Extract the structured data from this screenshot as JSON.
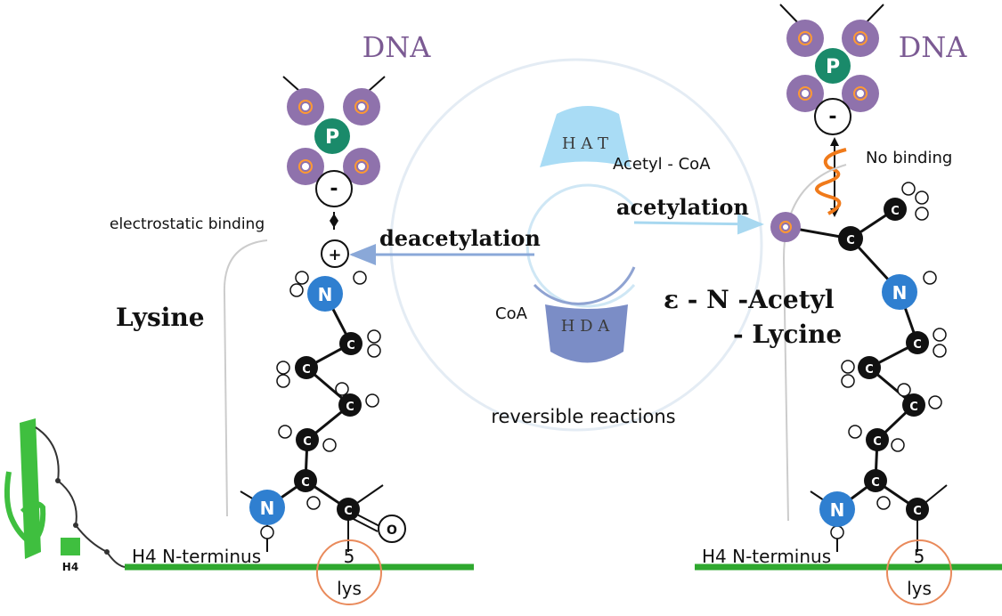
{
  "labels": {
    "dna_left": "DNA",
    "dna_right": "DNA",
    "phosphate": "P",
    "minus": "-",
    "plus": "+",
    "oxygen": "O",
    "carbon": "C",
    "nitrogen": "N",
    "electrostatic_binding": "electrostatic binding",
    "no_binding": "No binding",
    "lysine": "Lysine",
    "acetyl_lysine_line1": "ε - N -Acetyl",
    "acetyl_lysine_line2": "- Lycine",
    "hat": "H A T",
    "hda": "H D A",
    "acetyl_coa": "Acetyl - CoA",
    "coa": "CoA",
    "acetylation": "acetylation",
    "deacetylation": "deacetylation",
    "reversible_reactions": "reversible reactions",
    "h4_n_terminus_left": "H4 N-terminus",
    "h4_n_terminus_right": "H4 N-terminus",
    "residue_number_left": "5",
    "residue_number_right": "5",
    "residue_name_left": "lys",
    "residue_name_right": "lys",
    "h4_small": "H4"
  },
  "colors": {
    "dna_text": "#7b5a93",
    "dna_purple": "#8f72ac",
    "phosphate_green": "#1a8a6a",
    "nitrogen_blue": "#2f7fd0",
    "hat_blue": "#a9dcf5",
    "hda_blue": "#7b8dc6",
    "backbone_green": "#2fa82f",
    "protein_green": "#3fbf3f",
    "lys_ring": "#e98a5b",
    "no_binding_orange": "#f07a1a"
  }
}
